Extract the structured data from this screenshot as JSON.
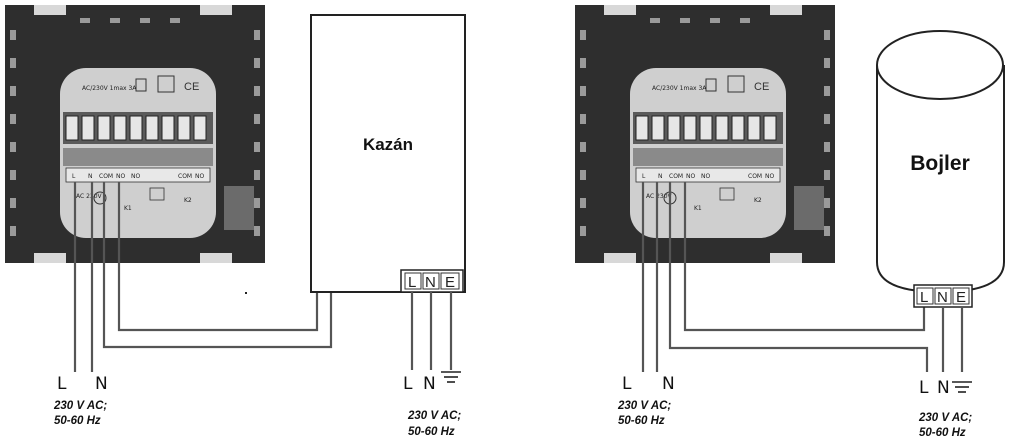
{
  "diagrams": [
    {
      "device_name": "Kazán",
      "terminals": [
        "L",
        "N",
        "E"
      ],
      "supply_left": {
        "wires": [
          "L",
          "N"
        ],
        "spec_line1": "230 V AC;",
        "spec_line2": "50-60 Hz"
      },
      "supply_right": {
        "wires": [
          "L",
          "N"
        ],
        "spec_line1": "230 V AC;",
        "spec_line2": "50-60 Hz"
      }
    },
    {
      "device_name": "Bojler",
      "terminals": [
        "L",
        "N",
        "E"
      ],
      "supply_left": {
        "wires": [
          "L",
          "N"
        ],
        "spec_line1": "230 V AC;",
        "spec_line2": "50-60 Hz"
      },
      "supply_right": {
        "wires": [
          "L",
          "N"
        ],
        "spec_line1": "230 V AC;",
        "spec_line2": "50-60 Hz"
      }
    }
  ],
  "thermostat": {
    "header_text": "AC/230V 1max 3A",
    "terminal_labels": [
      "L",
      "N",
      "COM",
      "NO",
      "NO",
      "",
      "",
      "COM",
      "NO"
    ],
    "relay_labels": [
      "K1",
      "K2"
    ],
    "voltage_mark": "AC 230V"
  },
  "colors": {
    "thermostat_body": "#2a2a2a",
    "terminal_block": "#c9c9c9",
    "wire": "#555555",
    "device_outline": "#222222"
  }
}
